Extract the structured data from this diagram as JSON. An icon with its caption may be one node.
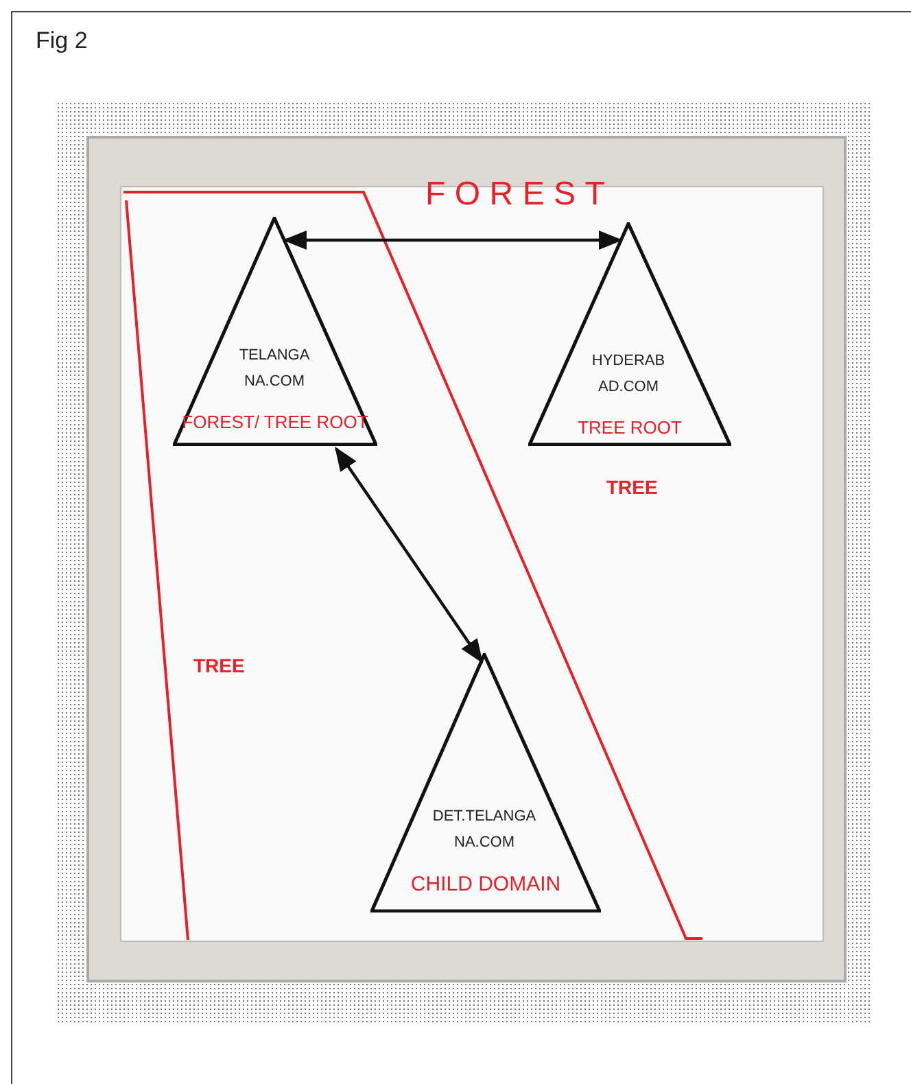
{
  "diagram": {
    "title": "Fig 2",
    "nodes": [
      {
        "text": [
          "TELANGA NA.COM",
          "FOREST/ TREE ROOT"
        ]
      },
      {
        "text": [
          "HYDERAB AD.COM",
          "TREE ROOT"
        ]
      },
      {
        "text": [
          "DET.TELANGA NA.COM",
          "CHILD DOMAIN"
        ]
      }
    ],
    "edges": [
      {
        "from": 0,
        "to": 1,
        "arrow": "both"
      },
      {
        "from": 0,
        "to": 2,
        "arrow": "both"
      }
    ],
    "labels": [
      "FOREST",
      "TREE",
      "TREE"
    ]
  }
}
